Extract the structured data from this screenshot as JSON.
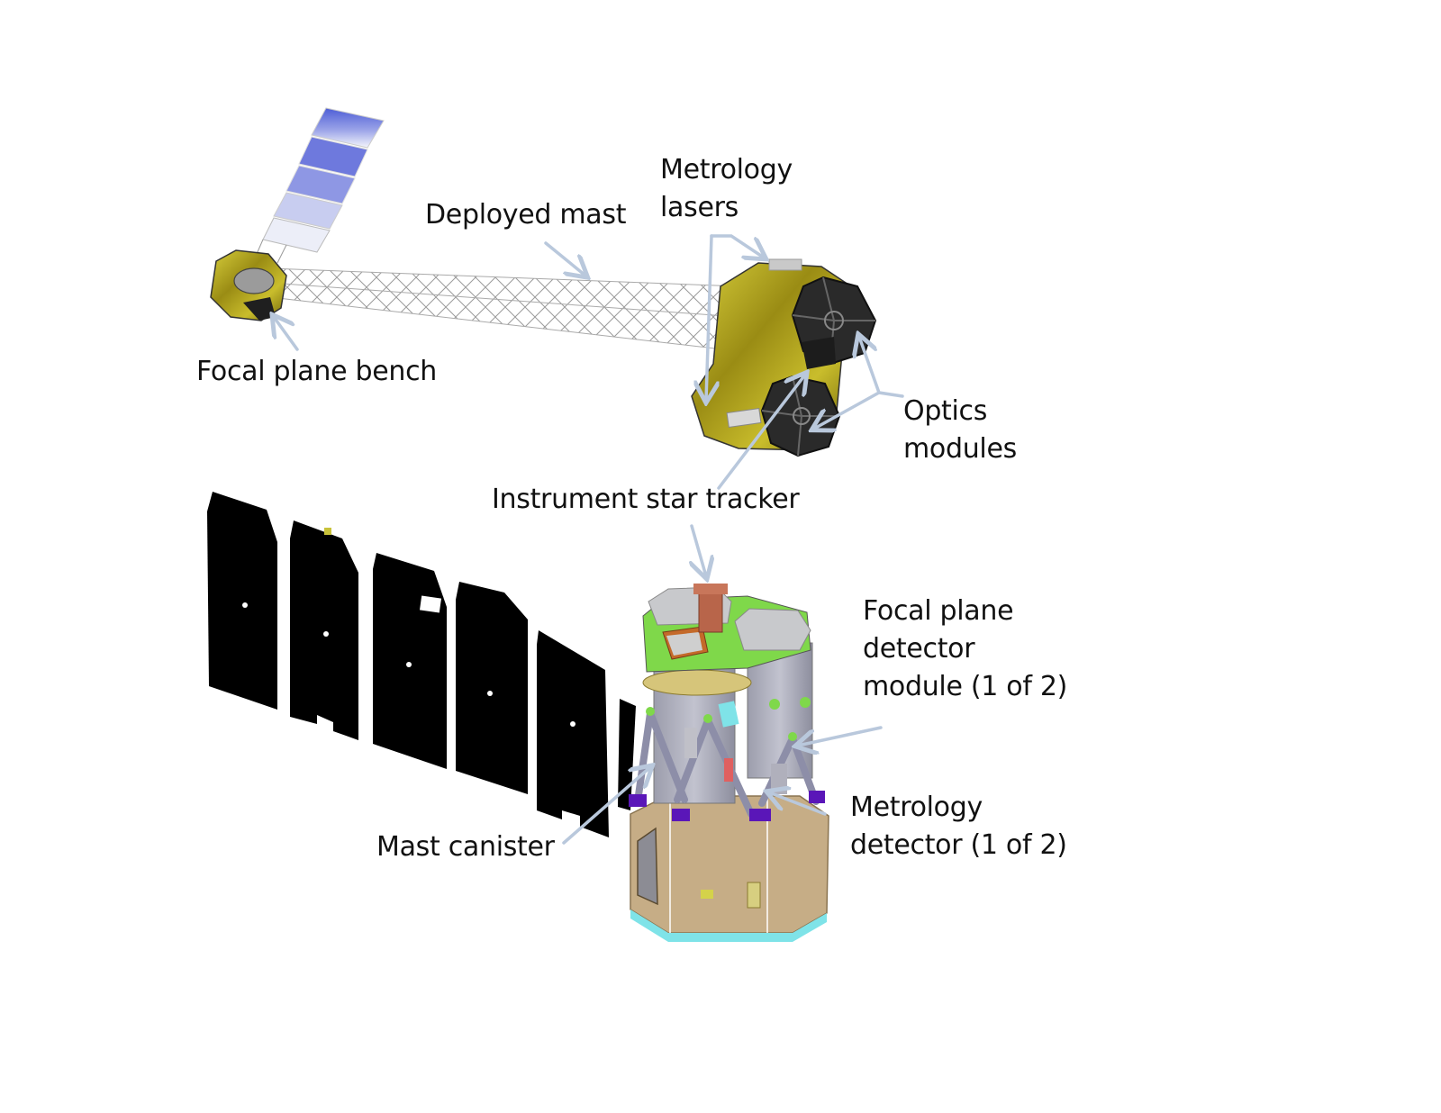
{
  "diagram": {
    "subject": "Deployed and stowed X-ray observatory spacecraft",
    "colors": {
      "arrow": "#b9c8dc",
      "mli_gold": "#a89a1c",
      "mli_gold_light": "#d6cb3a",
      "solar_blue": "#5563d8",
      "optics_black": "#222222",
      "panel_black": "#000000",
      "base_tan": "#c6ad86",
      "base_cyan": "#7fe3e8",
      "structure_grey": "#a9aab8",
      "bracket_green": "#7fd84a",
      "star_tracker": "#b8654a",
      "mount_purple": "#5a16b8"
    },
    "labels": {
      "deployed_mast": "Deployed mast",
      "metrology_lasers": [
        "Metrology",
        "lasers"
      ],
      "focal_plane_bench": "Focal plane bench",
      "optics_modules": [
        "Optics",
        "modules"
      ],
      "instrument_star_tracker": "Instrument star tracker",
      "focal_plane_detector_module": [
        "Focal plane",
        "detector",
        "module (1 of 2)"
      ],
      "mast_canister": "Mast canister",
      "metrology_detector": [
        "Metrology",
        "detector (1 of 2)"
      ]
    }
  }
}
